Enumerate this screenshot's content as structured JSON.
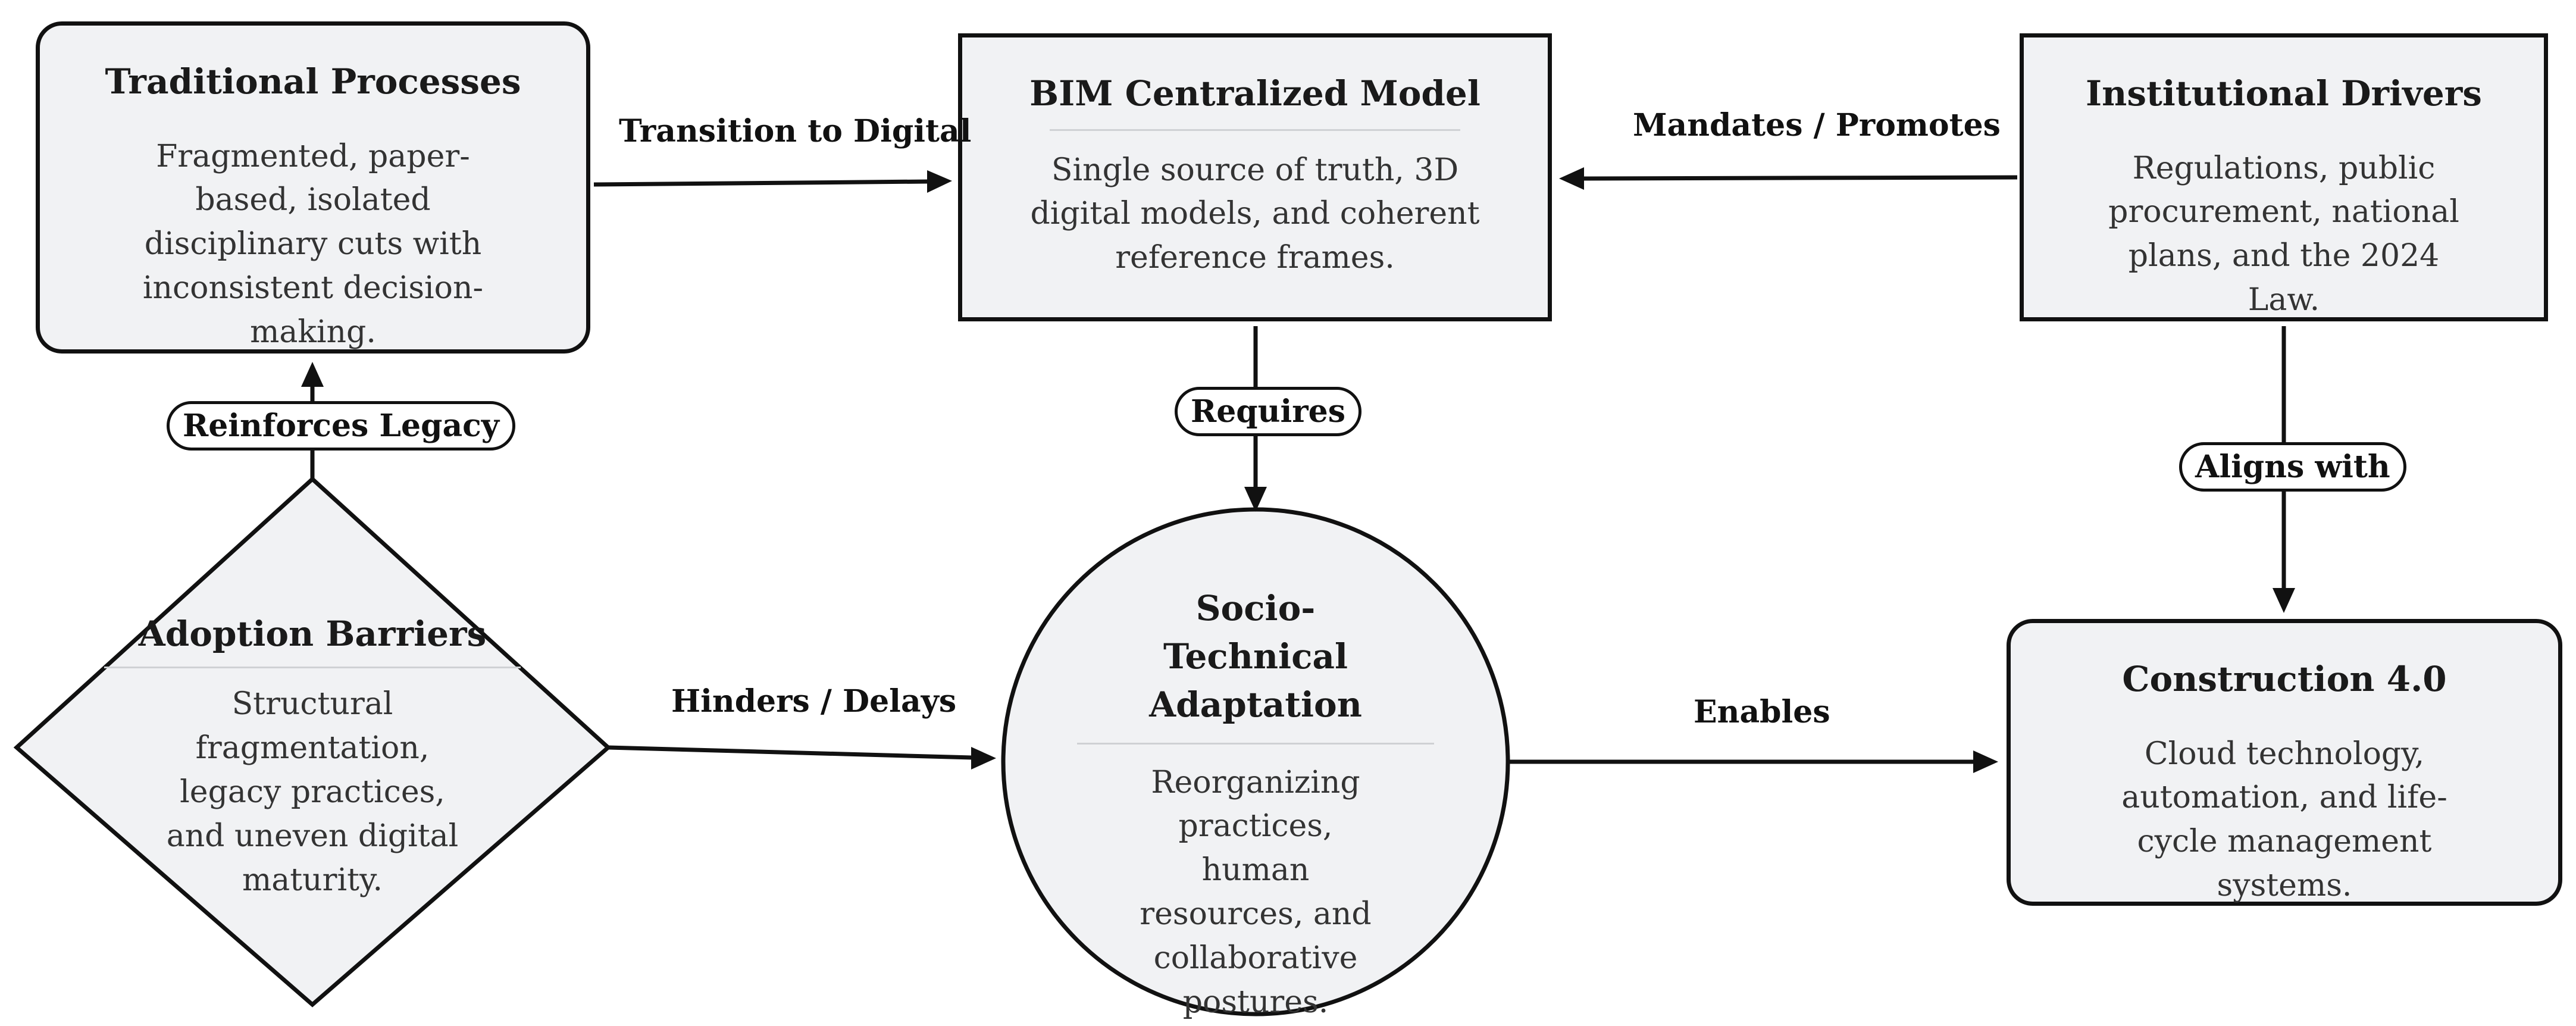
{
  "nodes": {
    "traditional": {
      "title": "Traditional Processes",
      "description": "Fragmented, paper-based, isolated disciplinary cuts with inconsistent decision-making."
    },
    "bim": {
      "title": "BIM Centralized Model",
      "description": "Single source of truth, 3D digital models, and coherent reference frames."
    },
    "institutional": {
      "title": "Institutional Drivers",
      "description": "Regulations, public procurement, national plans, and the 2024 Law."
    },
    "barriers": {
      "title": "Adoption Barriers",
      "description": "Structural fragmentation, legacy practices, and uneven digital maturity."
    },
    "socio": {
      "title": "Socio-Technical Adaptation",
      "description": "Reorganizing practices, human resources, and collaborative postures."
    },
    "construction": {
      "title": "Construction 4.0",
      "description": "Cloud technology, automation, and life-cycle management systems."
    }
  },
  "edges": {
    "transition": "Transition to Digital",
    "mandates": "Mandates / Promotes",
    "requires": "Requires",
    "aligns": "Aligns with",
    "reinforces": "Reinforces Legacy",
    "hinders": "Hinders / Delays",
    "enables": "Enables"
  },
  "colors": {
    "node_fill": "#f1f2f4",
    "stroke": "#111111",
    "divider": "#cfd1d4"
  }
}
